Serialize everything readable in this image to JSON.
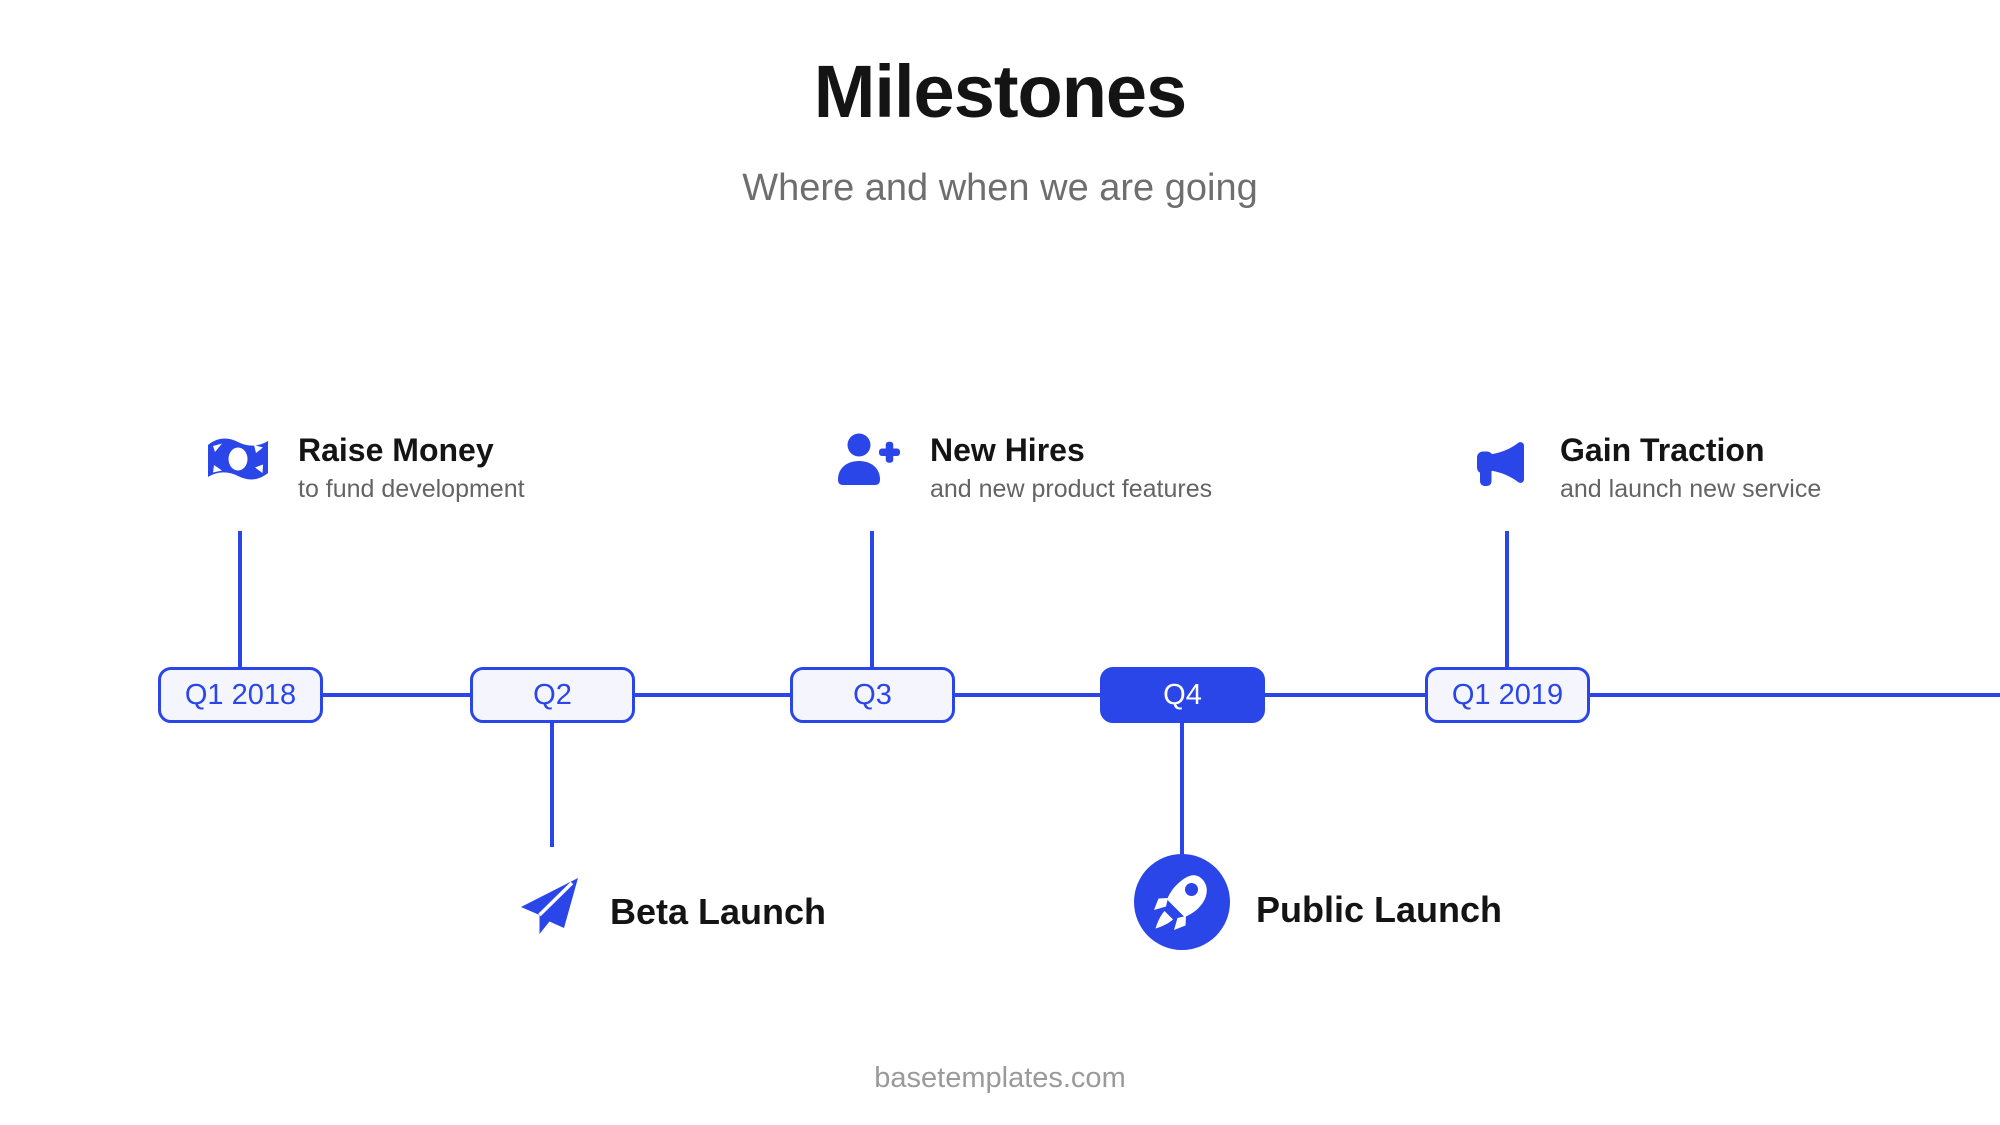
{
  "page": {
    "title": "Milestones",
    "subtitle": "Where and when we are going",
    "footer": "basetemplates.com"
  },
  "colors": {
    "accent": "#2a46e8",
    "box_fill": "#f4f5fd",
    "text_dark": "#141414",
    "text_gray": "#646464",
    "subtitle_gray": "#6e6e6e",
    "footer_gray": "#9a9a9a"
  },
  "timeline": {
    "quarters": [
      {
        "label": "Q1 2018",
        "highlighted": false
      },
      {
        "label": "Q2",
        "highlighted": false
      },
      {
        "label": "Q3",
        "highlighted": false
      },
      {
        "label": "Q4",
        "highlighted": true
      },
      {
        "label": "Q1 2019",
        "highlighted": false
      }
    ]
  },
  "milestones_top": [
    {
      "icon": "money-bill-icon",
      "title": "Raise Money",
      "subtitle": "to fund development",
      "quarter": "Q1 2018"
    },
    {
      "icon": "user-plus-icon",
      "title": "New Hires",
      "subtitle": "and new product features",
      "quarter": "Q3"
    },
    {
      "icon": "megaphone-icon",
      "title": "Gain Traction",
      "subtitle": "and launch new service",
      "quarter": "Q1 2019"
    }
  ],
  "milestones_bottom": [
    {
      "icon": "paper-plane-icon",
      "title": "Beta Launch",
      "quarter": "Q2"
    },
    {
      "icon": "rocket-icon",
      "title": "Public Launch",
      "quarter": "Q4"
    }
  ]
}
